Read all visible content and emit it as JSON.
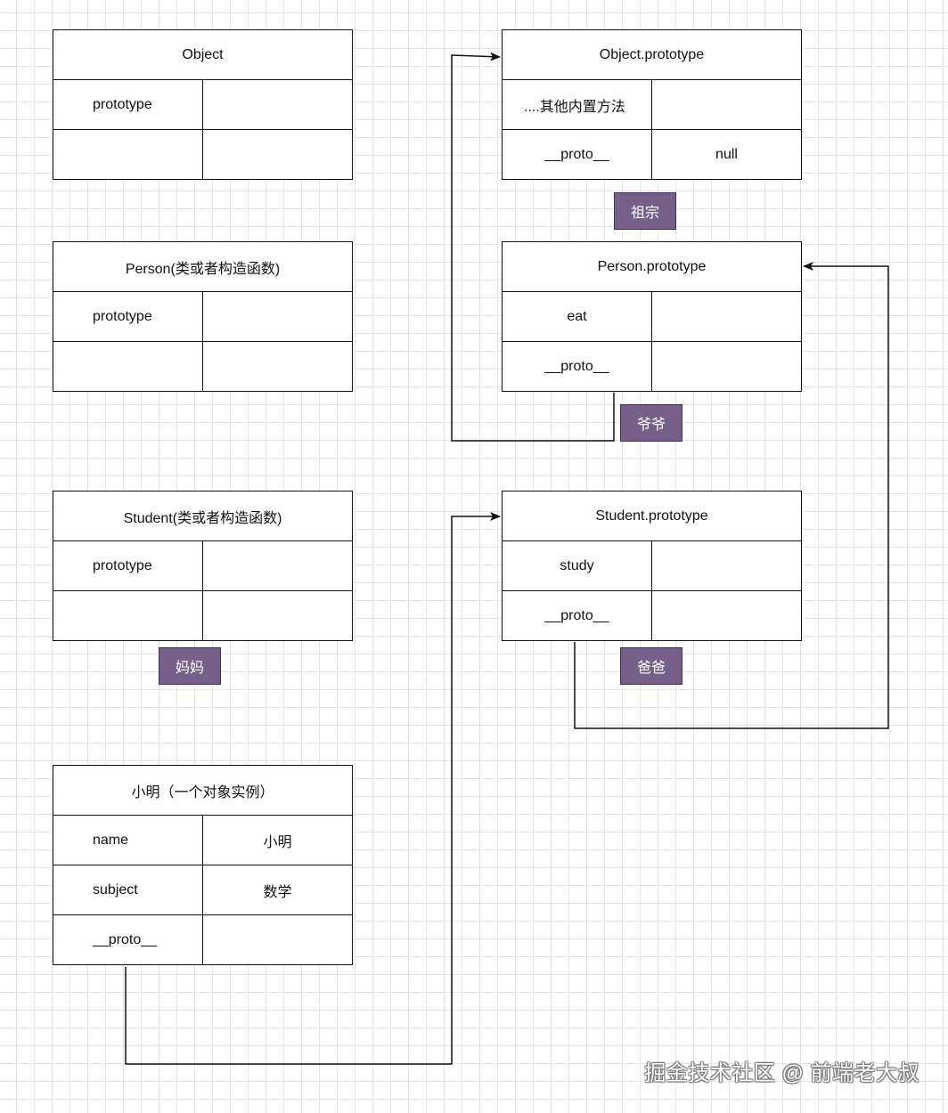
{
  "tables": {
    "object": {
      "title": "Object",
      "rows": [
        [
          "prototype",
          ""
        ],
        [
          "",
          ""
        ]
      ]
    },
    "person": {
      "title": "Person(类或者构造函数)",
      "rows": [
        [
          "prototype",
          ""
        ],
        [
          "",
          ""
        ]
      ]
    },
    "student": {
      "title": "Student(类或者构造函数)",
      "rows": [
        [
          "prototype",
          ""
        ],
        [
          "",
          ""
        ]
      ]
    },
    "xiaoming": {
      "title": "小明（一个对象实例）",
      "rows": [
        [
          "name",
          "小明"
        ],
        [
          "subject",
          "数学"
        ],
        [
          "__proto__",
          ""
        ]
      ]
    },
    "object_prototype": {
      "title": "Object.prototype",
      "rows": [
        [
          "....其他内置方法",
          ""
        ],
        [
          "__proto__",
          "null"
        ]
      ]
    },
    "person_prototype": {
      "title": "Person.prototype",
      "rows": [
        [
          "eat",
          ""
        ],
        [
          "__proto__",
          ""
        ]
      ]
    },
    "student_prototype": {
      "title": "Student.prototype",
      "rows": [
        [
          "study",
          ""
        ],
        [
          "__proto__",
          ""
        ]
      ]
    }
  },
  "tags": {
    "zuzong": "祖宗",
    "yeye": "爷爷",
    "mama": "妈妈",
    "baba": "爸爸"
  },
  "watermark": "掘金技术社区 @ 前端老大叔",
  "colors": {
    "tag_fill": "#76608a",
    "tag_border": "#432d57",
    "line": "#111111"
  }
}
